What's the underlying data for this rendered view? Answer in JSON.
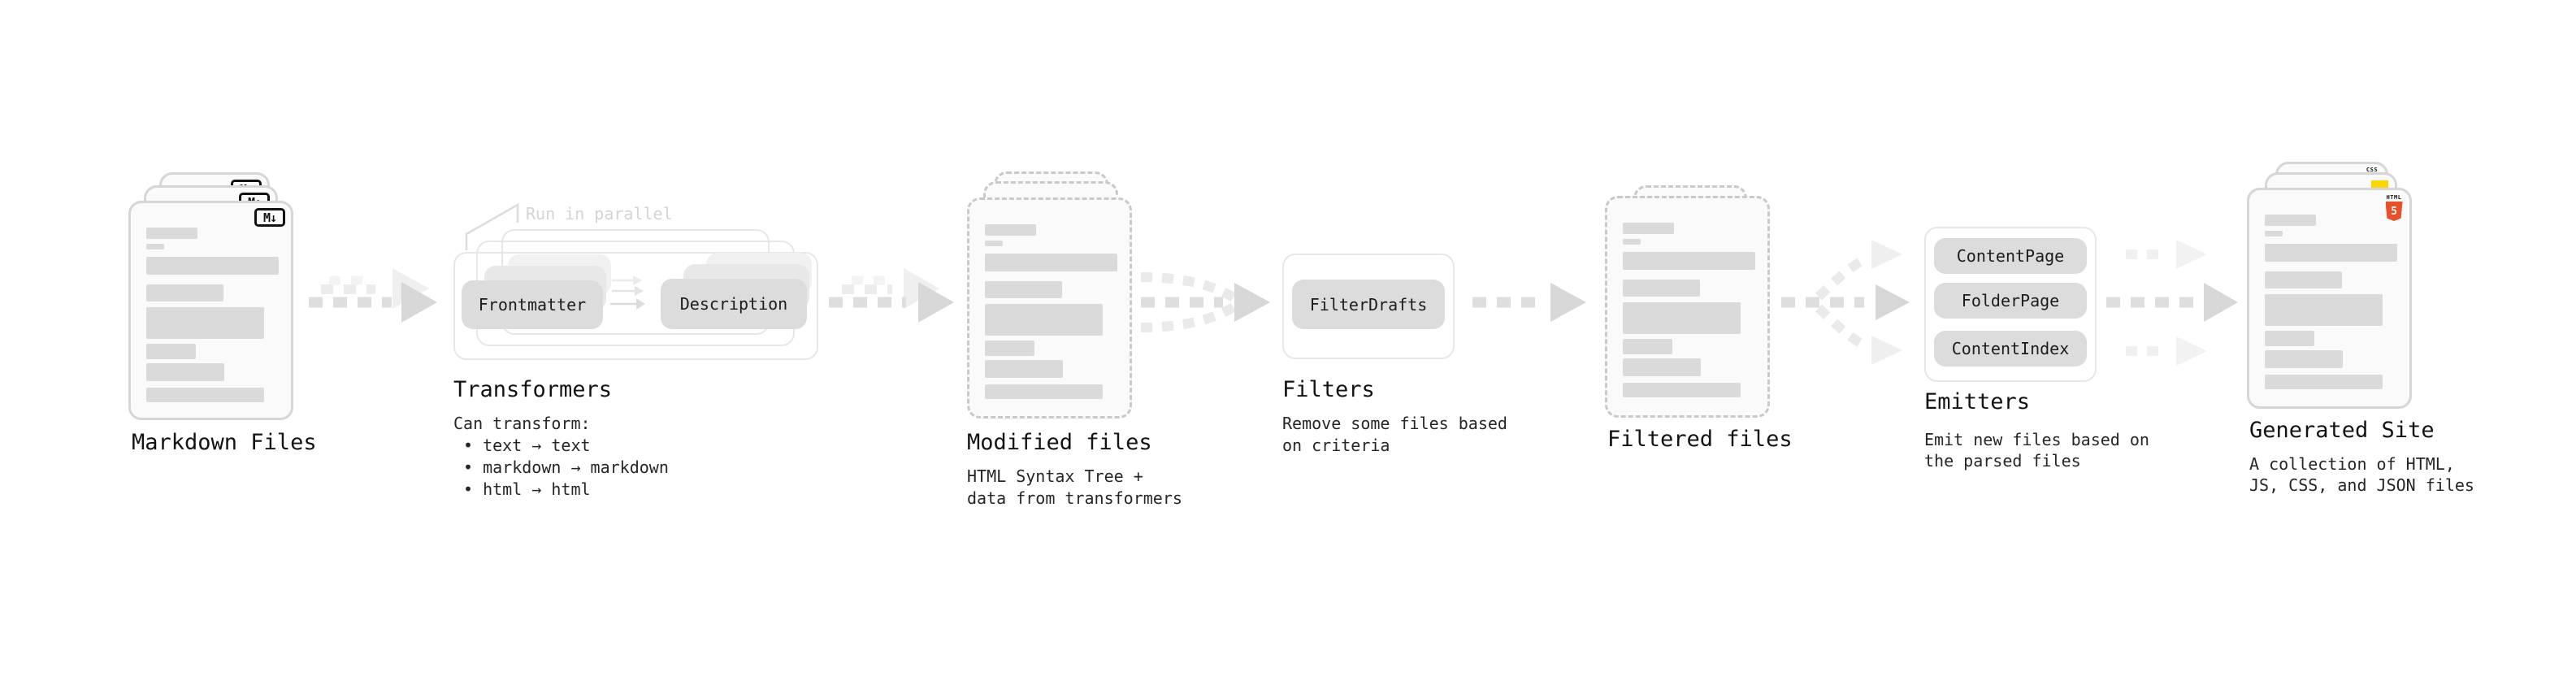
{
  "stages": {
    "markdown": {
      "label": "Markdown Files"
    },
    "transformers": {
      "label": "Transformers",
      "note": "Run in parallel",
      "boxes": [
        "Frontmatter",
        "Description"
      ],
      "caption": [
        "Can transform:",
        "• text → text",
        "• markdown → markdown",
        "• html → html"
      ]
    },
    "modified": {
      "label": "Modified files",
      "caption": [
        "HTML Syntax Tree +",
        "data from transformers"
      ]
    },
    "filters": {
      "label": "Filters",
      "boxes": [
        "FilterDrafts"
      ],
      "caption": [
        "Remove some files based",
        "on criteria"
      ]
    },
    "filtered": {
      "label": "Filtered files"
    },
    "emitters": {
      "label": "Emitters",
      "boxes": [
        "ContentPage",
        "FolderPage",
        "ContentIndex"
      ],
      "caption": [
        "Emit new files based on",
        "the parsed files"
      ]
    },
    "generated": {
      "label": "Generated Site",
      "caption": [
        "A collection of HTML,",
        "JS, CSS, and JSON files"
      ]
    }
  },
  "icons": {
    "markdown_badge": "M↓",
    "html5_wordmark": "HTML",
    "html5_number": "5",
    "css_wordmark": "CSS"
  },
  "colors": {
    "html5_orange": "#e8502a",
    "js_yellow": "#ffd500",
    "css_blue": "#2862e9",
    "doc_fill": "#fafafa",
    "bar_gray": "#dadada",
    "pill_gray": "#dcdcdc",
    "arrow_gray": "#dedede",
    "note_gray": "#d4d4d4"
  }
}
